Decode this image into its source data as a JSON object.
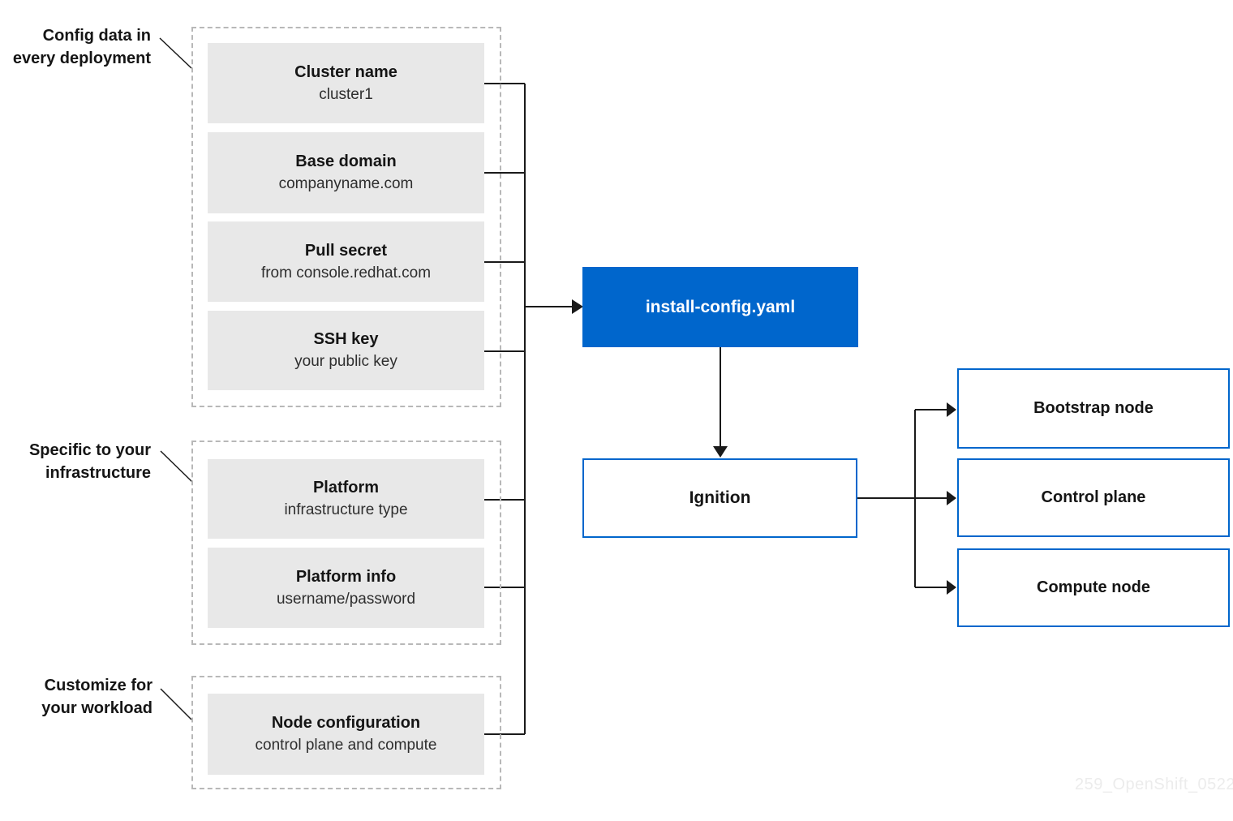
{
  "annotations": [
    {
      "lines": [
        "Config data in",
        "every deployment"
      ]
    },
    {
      "lines": [
        "Specific to your",
        "infrastructure"
      ]
    },
    {
      "lines": [
        "Customize for",
        "your workload"
      ]
    }
  ],
  "groups": [
    {
      "items": [
        {
          "title": "Cluster name",
          "subtitle": "cluster1"
        },
        {
          "title": "Base domain",
          "subtitle": "companyname.com"
        },
        {
          "title": "Pull secret",
          "subtitle": "from console.redhat.com"
        },
        {
          "title": "SSH key",
          "subtitle": "your public key"
        }
      ]
    },
    {
      "items": [
        {
          "title": "Platform",
          "subtitle": "infrastructure type"
        },
        {
          "title": "Platform info",
          "subtitle": "username/password"
        }
      ]
    },
    {
      "items": [
        {
          "title": "Node configuration",
          "subtitle": "control plane and compute"
        }
      ]
    }
  ],
  "nodes": {
    "install_config": "install-config.yaml",
    "ignition": "Ignition",
    "targets": [
      {
        "label": "Bootstrap node"
      },
      {
        "label": "Control plane"
      },
      {
        "label": "Compute node"
      }
    ]
  },
  "watermark": "259_OpenShift_0522",
  "colors": {
    "accent_blue": "#0066cc",
    "item_gray": "#e8e8e8",
    "connector_black": "#1a1a1a",
    "dashed_border_gray": "#b8b8b8"
  }
}
